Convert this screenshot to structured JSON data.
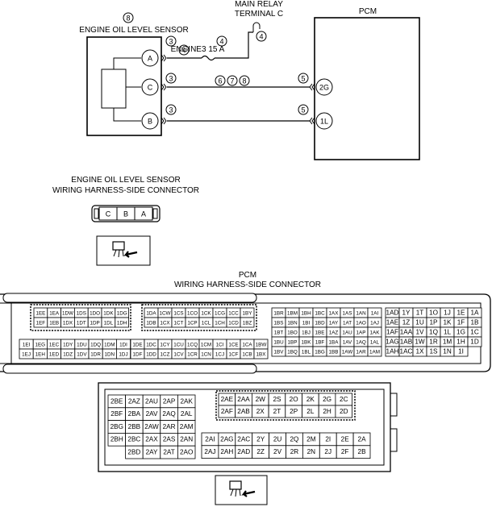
{
  "schematic": {
    "sensor_label": "ENGINE OIL LEVEL SENSOR",
    "sensor_number": "8",
    "relay_label_1": "MAIN RELAY",
    "relay_label_2": "TERMINAL C",
    "pcm_label": "PCM",
    "fuse_label": "ENGINE3 15 A",
    "wire_a_numbers": [
      "3",
      "4",
      "4",
      "4"
    ],
    "wire_c_numbers": [
      "3",
      "6",
      "7",
      "8",
      "5"
    ],
    "wire_b_numbers": [
      "3",
      "5"
    ],
    "sensor_pins": [
      "A",
      "C",
      "B"
    ],
    "pcm_pins": [
      "2G",
      "1L"
    ]
  },
  "sensor_connector": {
    "title_1": "ENGINE OIL LEVEL SENSOR",
    "title_2": "WIRING HARNESS-SIDE CONNECTOR",
    "cells": [
      "C",
      "B",
      "A"
    ]
  },
  "pcm_connector": {
    "title_1": "PCM",
    "title_2": "WIRING HARNESS-SIDE CONNECTOR",
    "block_1_top": [
      [
        "1EE",
        "1EA",
        "1DW",
        "1DS",
        "1DO",
        "1DK",
        "1DG"
      ],
      [
        "1EF",
        "1EB",
        "1DX",
        "1DT",
        "1DP",
        "1DL",
        "1DH"
      ]
    ],
    "block_1_bottom": [
      [
        "1EI",
        "1EG",
        "1EC",
        "1DY",
        "1DU",
        "1DQ",
        "1DM",
        "1DI"
      ],
      [
        "1EJ",
        "1EH",
        "1ED",
        "1DZ",
        "1DV",
        "1DR",
        "1DN",
        "1DJ"
      ]
    ],
    "block_2_top": [
      [
        "1DA",
        "1CW",
        "1CS",
        "1CO",
        "1CK",
        "1CG",
        "1CC",
        "1BY"
      ],
      [
        "1DB",
        "1CX",
        "1CT",
        "1CP",
        "1CL",
        "1CH",
        "1CD",
        "1BZ"
      ]
    ],
    "block_2_bottom": [
      [
        "1DE",
        "1DC",
        "1CY",
        "1CU",
        "1CQ",
        "1CM",
        "1CI",
        "1CE",
        "1CA",
        "1BW"
      ],
      [
        "1DF",
        "1DD",
        "1CZ",
        "1CV",
        "1CR",
        "1CN",
        "1CJ",
        "1CF",
        "1CB",
        "1BX"
      ]
    ],
    "block_3": [
      [
        "1BR",
        "1BM",
        "1BH",
        "1BC",
        "1AX",
        "1AS",
        "1AN",
        "1AI"
      ],
      [
        "1BS",
        "1BN",
        "1BI",
        "1BD",
        "1AY",
        "1AT",
        "1AO",
        "1AJ"
      ],
      [
        "1BT",
        "1BO",
        "1BJ",
        "1BE",
        "1AZ",
        "1AU",
        "1AP",
        "1AK"
      ],
      [
        "1BU",
        "1BP",
        "1BK",
        "1BF",
        "1BA",
        "1AV",
        "1AQ",
        "1AL"
      ],
      [
        "1BV",
        "1BQ",
        "1BL",
        "1BG",
        "1BB",
        "1AW",
        "1AR",
        "1AM"
      ]
    ],
    "block_4": [
      [
        "1AD",
        "1Y",
        "1T",
        "1O",
        "1J",
        "1E",
        "1A"
      ],
      [
        "1AE",
        "1Z",
        "1U",
        "1P",
        "1K",
        "1F",
        "1B"
      ],
      [
        "1AF",
        "1AA",
        "1V",
        "1Q",
        "1L",
        "1G",
        "1C"
      ],
      [
        "1AG",
        "1AB",
        "1W",
        "1R",
        "1M",
        "1H",
        "1D"
      ],
      [
        "1AH",
        "1AC",
        "1X",
        "1S",
        "1N",
        "1I",
        ""
      ]
    ],
    "block_5": [
      [
        "2BE",
        "2AZ",
        "2AU",
        "2AP",
        "2AK"
      ],
      [
        "2BF",
        "2BA",
        "2AV",
        "2AQ",
        "2AL"
      ],
      [
        "2BG",
        "2BB",
        "2AW",
        "2AR",
        "2AM"
      ],
      [
        "2BH",
        "2BC",
        "2AX",
        "2AS",
        "2AN"
      ],
      [
        "",
        "2BD",
        "2AY",
        "2AT",
        "2AO"
      ]
    ],
    "block_6_top": [
      [
        "2AE",
        "2AA",
        "2W",
        "2S",
        "2O",
        "2K",
        "2G",
        "2C"
      ],
      [
        "2AF",
        "2AB",
        "2X",
        "2T",
        "2P",
        "2L",
        "2H",
        "2D"
      ]
    ],
    "block_6_bottom": [
      [
        "2AI",
        "2AG",
        "2AC",
        "2Y",
        "2U",
        "2Q",
        "2M",
        "2I",
        "2E",
        "2A"
      ],
      [
        "2AJ",
        "2AH",
        "2AD",
        "2Z",
        "2V",
        "2R",
        "2N",
        "2J",
        "2F",
        "2B"
      ]
    ]
  }
}
